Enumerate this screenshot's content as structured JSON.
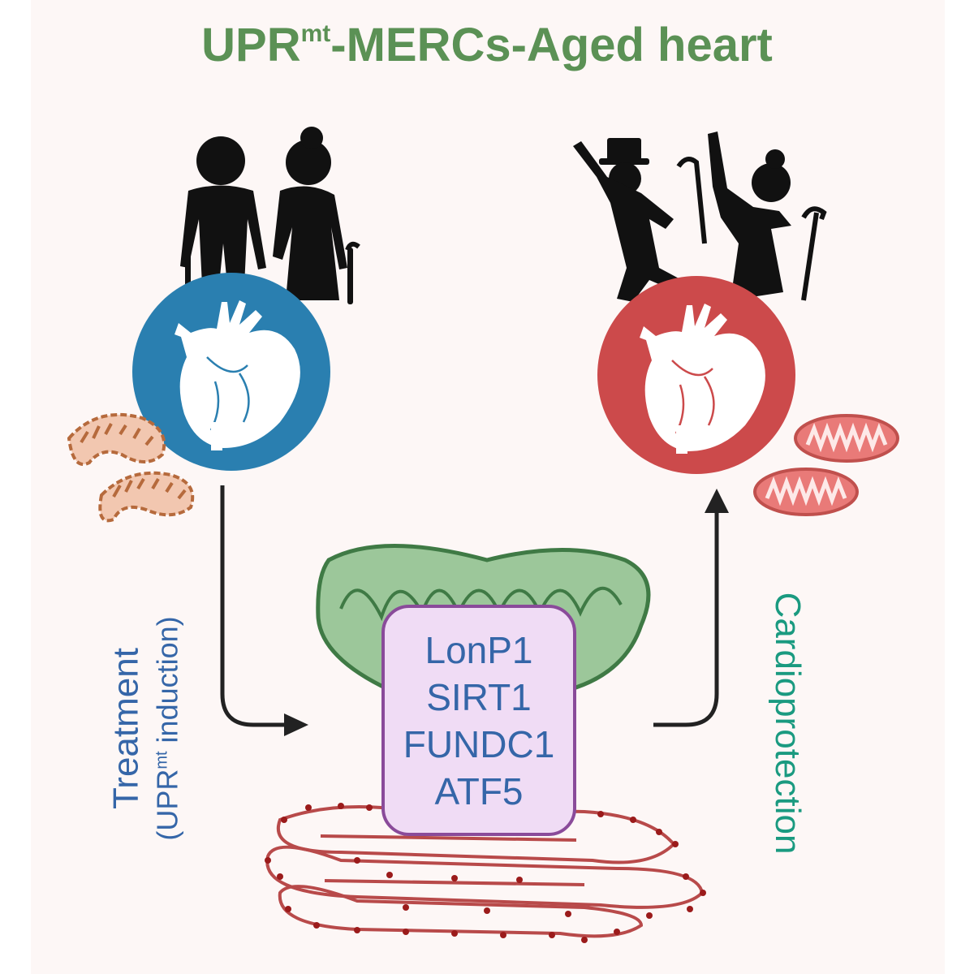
{
  "title": {
    "main": "UPR",
    "sup": "mt",
    "rest": "-MERCs-Aged heart"
  },
  "proteins": [
    "LonP1",
    "SIRT1",
    "FUNDC1",
    "ATF5"
  ],
  "treatment": {
    "line1": "Treatment",
    "line2_pre": "(UPR",
    "line2_sup": "mt",
    "line2_post": " induction)"
  },
  "cardioprotection": "Cardioprotection",
  "colors": {
    "title": "#5b9155",
    "aged_heart": "#2a7fb0",
    "young_heart": "#cc4a4b",
    "treatment_text": "#3566a8",
    "cardio_text": "#1a9a80",
    "box_border": "#8a4b9a",
    "box_fill": "#f0dcf5",
    "mito_green": "#6aa46a",
    "er_red": "#c0504d"
  },
  "icons": [
    "elderly-couple-icon",
    "dancing-couple-icon",
    "heart-icon",
    "mitochondrion-icon",
    "endoplasmic-reticulum-icon"
  ]
}
